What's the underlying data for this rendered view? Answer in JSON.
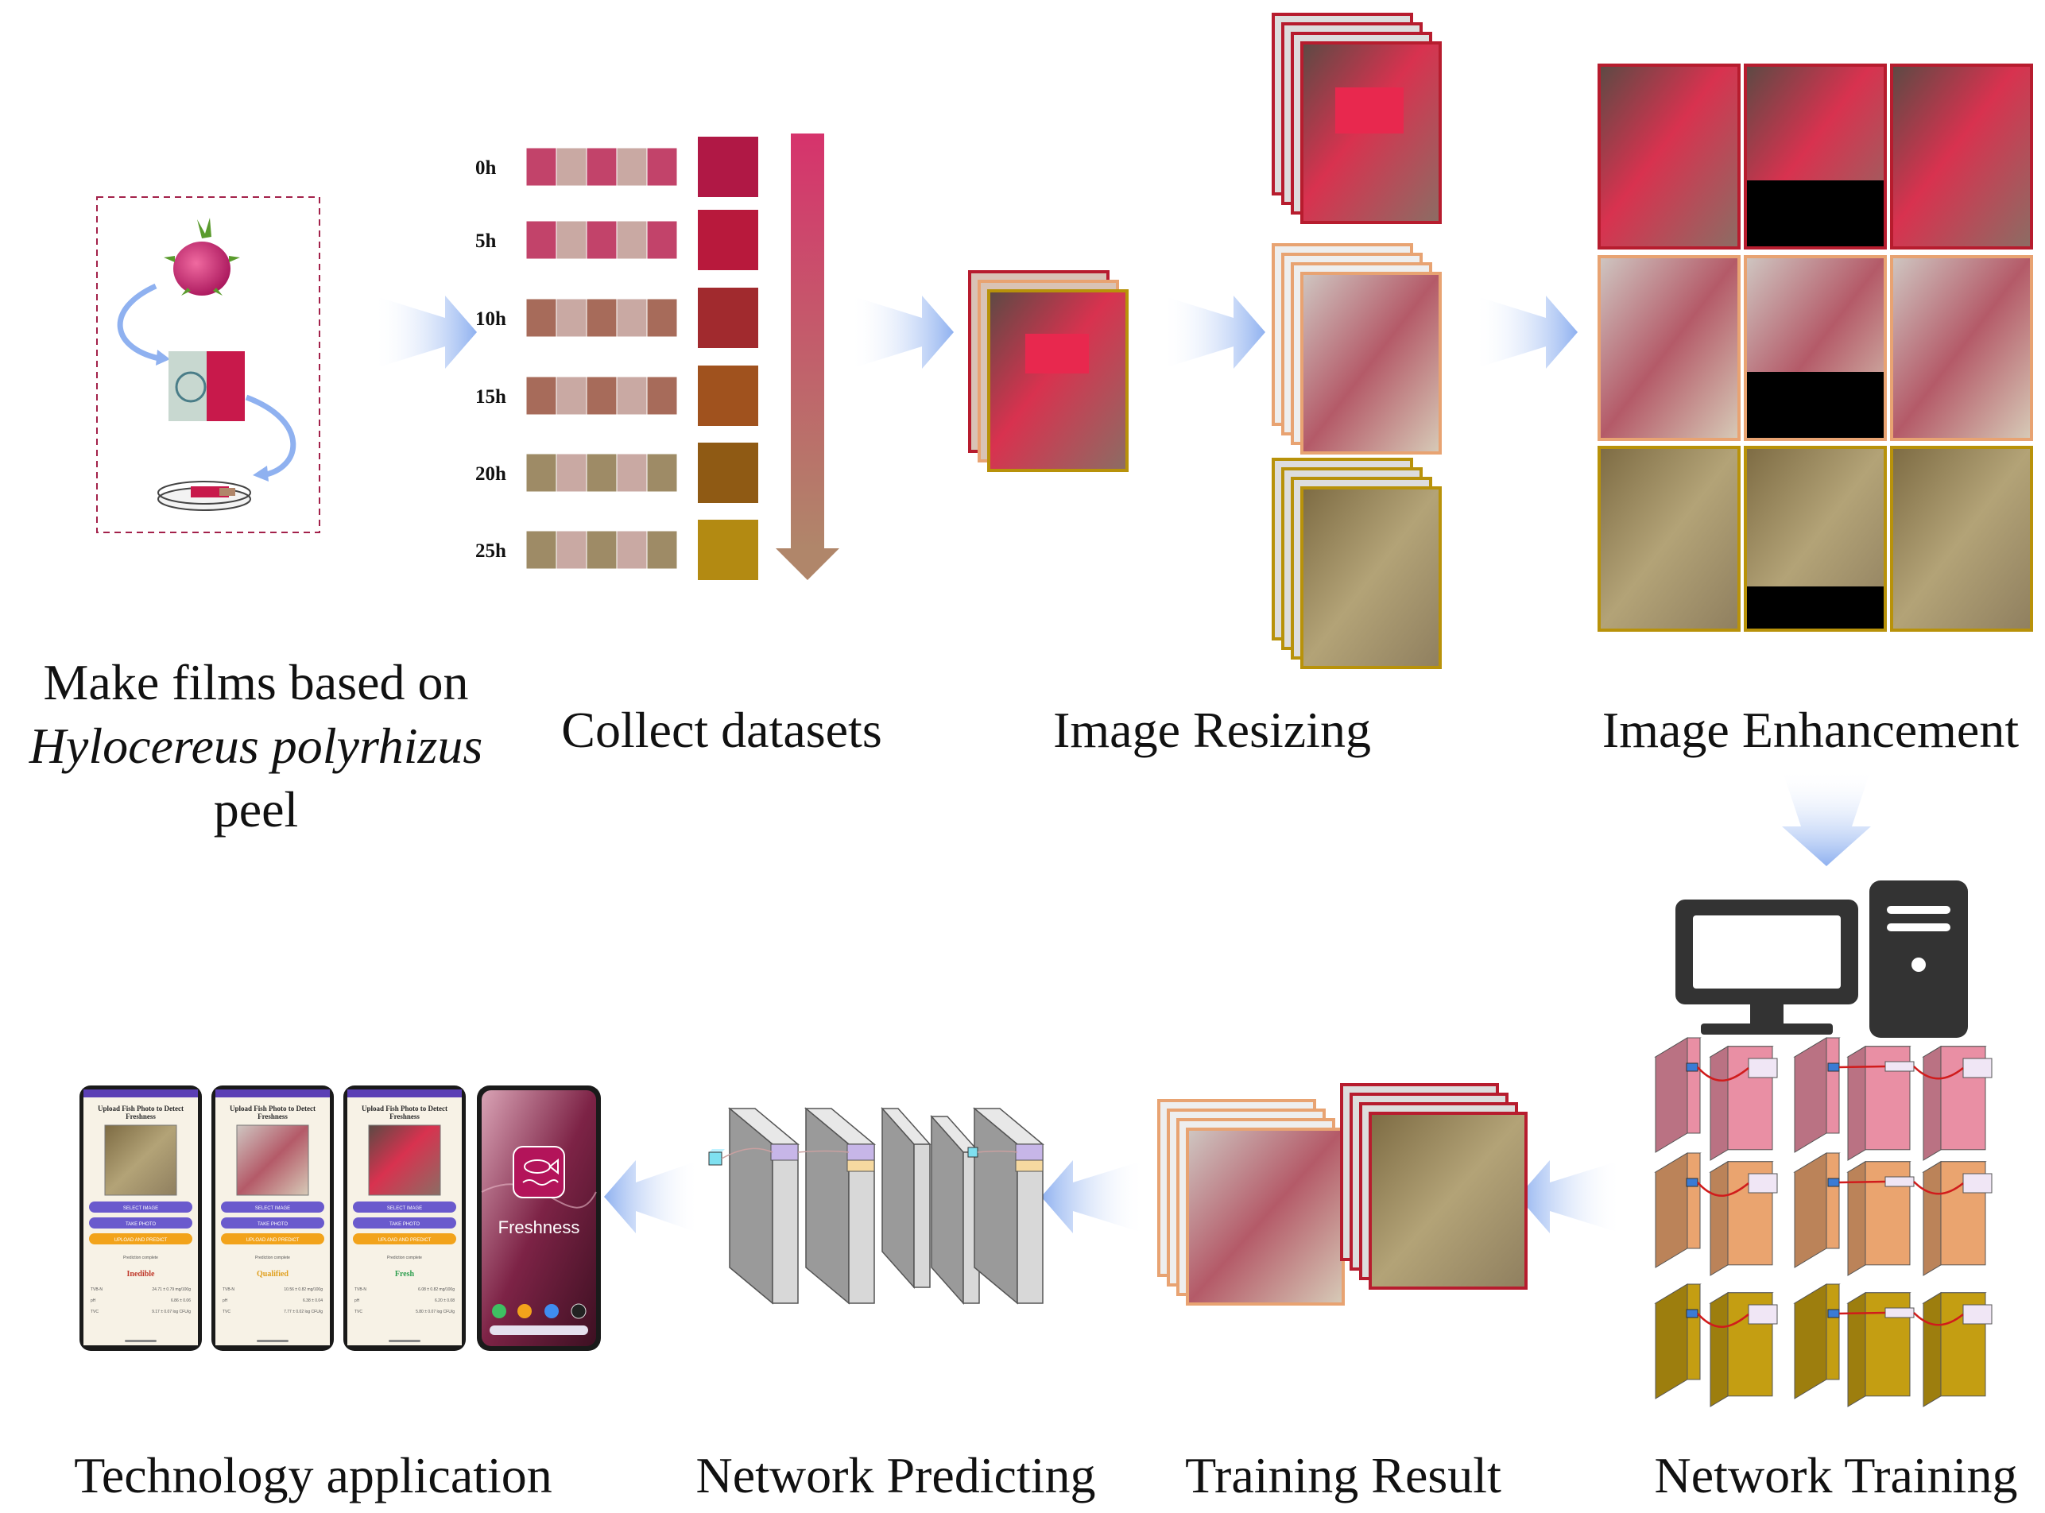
{
  "stages": {
    "make_films": {
      "line1": "Make films based on",
      "line2": "Hylocereus polyrhizus",
      "line3": "peel"
    },
    "collect": "Collect datasets",
    "resizing": "Image Resizing",
    "enhancement": "Image Enhancement",
    "training": "Network Training",
    "training_result": "Training Result",
    "predicting": "Network Predicting",
    "application": "Technology application"
  },
  "time_points": [
    "0h",
    "5h",
    "10h",
    "15h",
    "20h",
    "25h"
  ],
  "phones": [
    {
      "title_line1": "Upload Fish Photo to Detect",
      "title_line2": "Freshness",
      "buttons": [
        "SELECT IMAGE",
        "TAKE PHOTO",
        "UPLOAD AND PREDICT"
      ],
      "status": "Prediction complete",
      "result": "Inedible",
      "result_color": "#c0392b",
      "metrics": [
        [
          "TVB-N",
          "24.71 ± 0.79 mg/100g"
        ],
        [
          "pH",
          "6.86 ± 0.06"
        ],
        [
          "TVC",
          "9.17 ± 0.07 log CFU/g"
        ]
      ]
    },
    {
      "title_line1": "Upload Fish Photo to Detect",
      "title_line2": "Freshness",
      "buttons": [
        "SELECT IMAGE",
        "TAKE PHOTO",
        "UPLOAD AND PREDICT"
      ],
      "status": "Prediction complete",
      "result": "Qualified",
      "result_color": "#e0a020",
      "metrics": [
        [
          "TVB-N",
          "10.56 ± 0.82 mg/100g"
        ],
        [
          "pH",
          "6.38 ± 0.04"
        ],
        [
          "TVC",
          "7.77 ± 0.02 log CFU/g"
        ]
      ]
    },
    {
      "title_line1": "Upload Fish Photo to Detect",
      "title_line2": "Freshness",
      "buttons": [
        "SELECT IMAGE",
        "TAKE PHOTO",
        "UPLOAD AND PREDICT"
      ],
      "status": "Prediction complete",
      "result": "Fresh",
      "result_color": "#2e9e4f",
      "metrics": [
        [
          "TVB-N",
          "6.08 ± 0.82 mg/100g"
        ],
        [
          "pH",
          "6.20 ± 0.08"
        ],
        [
          "TVC",
          "5.80 ± 0.07 log CFU/g"
        ]
      ]
    }
  ],
  "home_app": "Freshness",
  "colors": {
    "arrow": "#aac4f4",
    "film_red": "#c8194b",
    "film_brown": "#b07a55",
    "fresh_frame": "#b71c2e",
    "mid_frame": "#e8a372",
    "spoiled_frame": "#b8920a",
    "pink_block": "#e98fa4",
    "orange_block": "#eaa46f",
    "olive_block": "#c49e12",
    "phone_purple": "#6a5acd",
    "phone_orange": "#f2a31b"
  },
  "icons": [
    "dragon-fruit-icon",
    "film-icon",
    "petri-dish-icon",
    "computer-icon",
    "smartphone-icon",
    "fish-icon"
  ]
}
